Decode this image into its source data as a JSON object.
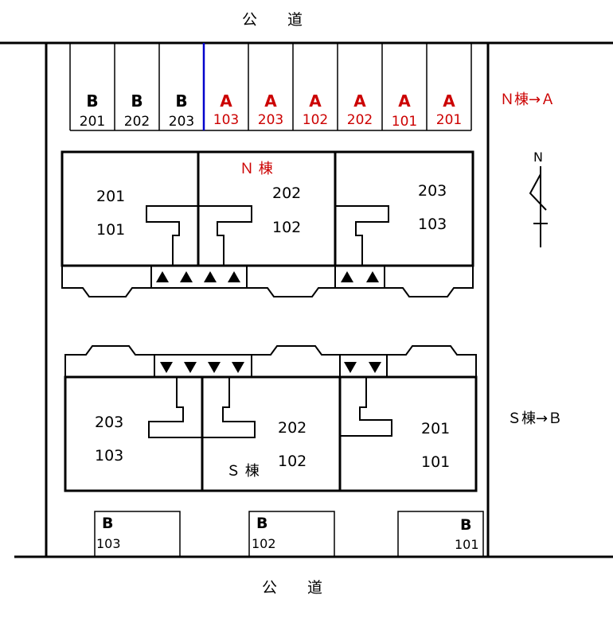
{
  "roads": {
    "top": "公　　道",
    "bottom": "公　　道"
  },
  "legend": {
    "north": "Ｎ棟→Ａ",
    "south": "Ｓ棟→Ｂ"
  },
  "compass": {
    "letter": "N"
  },
  "parking_top": [
    {
      "letter": "B",
      "number": "201",
      "color": "black"
    },
    {
      "letter": "B",
      "number": "202",
      "color": "black"
    },
    {
      "letter": "B",
      "number": "203",
      "color": "black"
    },
    {
      "letter": "A",
      "number": "103",
      "color": "red"
    },
    {
      "letter": "A",
      "number": "203",
      "color": "red"
    },
    {
      "letter": "A",
      "number": "102",
      "color": "red"
    },
    {
      "letter": "A",
      "number": "202",
      "color": "red"
    },
    {
      "letter": "A",
      "number": "101",
      "color": "red"
    },
    {
      "letter": "A",
      "number": "201",
      "color": "red"
    }
  ],
  "north_building": {
    "name": "Ｎ 棟",
    "units": [
      {
        "upper": "201",
        "lower": "101"
      },
      {
        "upper": "202",
        "lower": "102"
      },
      {
        "upper": "203",
        "lower": "103"
      }
    ]
  },
  "south_building": {
    "name": "Ｓ 棟",
    "units": [
      {
        "upper": "203",
        "lower": "103"
      },
      {
        "upper": "202",
        "lower": "102"
      },
      {
        "upper": "201",
        "lower": "101"
      }
    ]
  },
  "parking_bottom": [
    {
      "letter": "B",
      "number": "103"
    },
    {
      "letter": "B",
      "number": "102"
    },
    {
      "letter": "B",
      "number": "101"
    }
  ],
  "colors": {
    "red_text": "#cc0000",
    "highlight_line": "#0000cc",
    "line": "#000000"
  }
}
